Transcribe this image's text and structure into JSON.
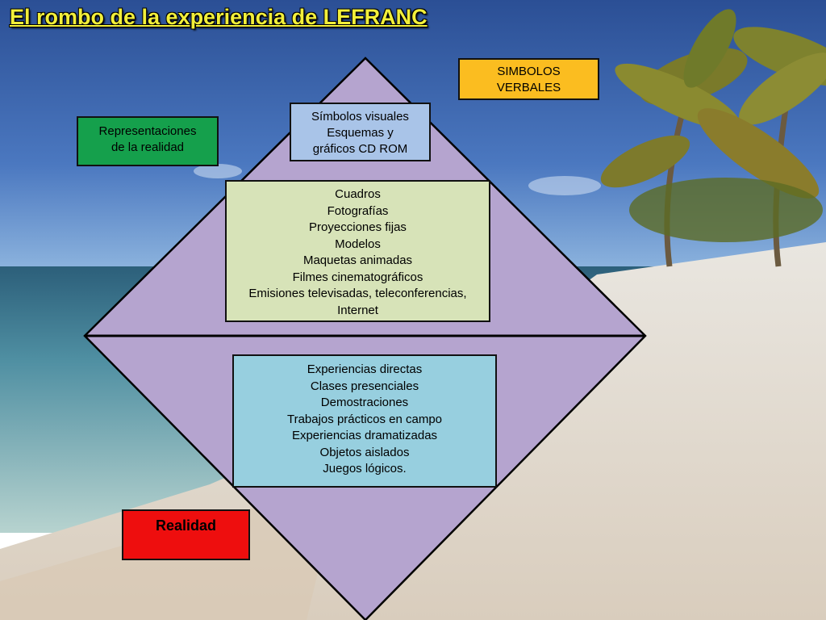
{
  "title": "El rombo de la experiencia de LEFRANC",
  "colors": {
    "diamond": "#b5a4cf",
    "verbal": "#fbbd20",
    "representaciones": "#15a04c",
    "visual": "#a9c4e8",
    "media": "#d7e3b8",
    "direct": "#97cfdf",
    "realidad": "#ee0e0e",
    "title": "#f2ef3a"
  },
  "boxes": {
    "simbolos_verbales": [
      "SIMBOLOS",
      "VERBALES"
    ],
    "representaciones": [
      "Representaciones",
      "de la realidad"
    ],
    "simbolos_visuales": [
      "Símbolos visuales",
      "Esquemas y",
      "gráficos CD ROM"
    ],
    "media": [
      "Cuadros",
      "Fotografías",
      "Proyecciones fijas",
      "Modelos",
      "Maquetas animadas",
      "Filmes cinematográficos",
      "Emisiones televisadas, teleconferencias,",
      "Internet"
    ],
    "experiencias": [
      "Experiencias directas",
      "Clases presenciales",
      "Demostraciones",
      "Trabajos prácticos en campo",
      "Experiencias dramatizadas",
      "Objetos aislados",
      "Juegos lógicos."
    ],
    "realidad": [
      "Realidad"
    ]
  }
}
